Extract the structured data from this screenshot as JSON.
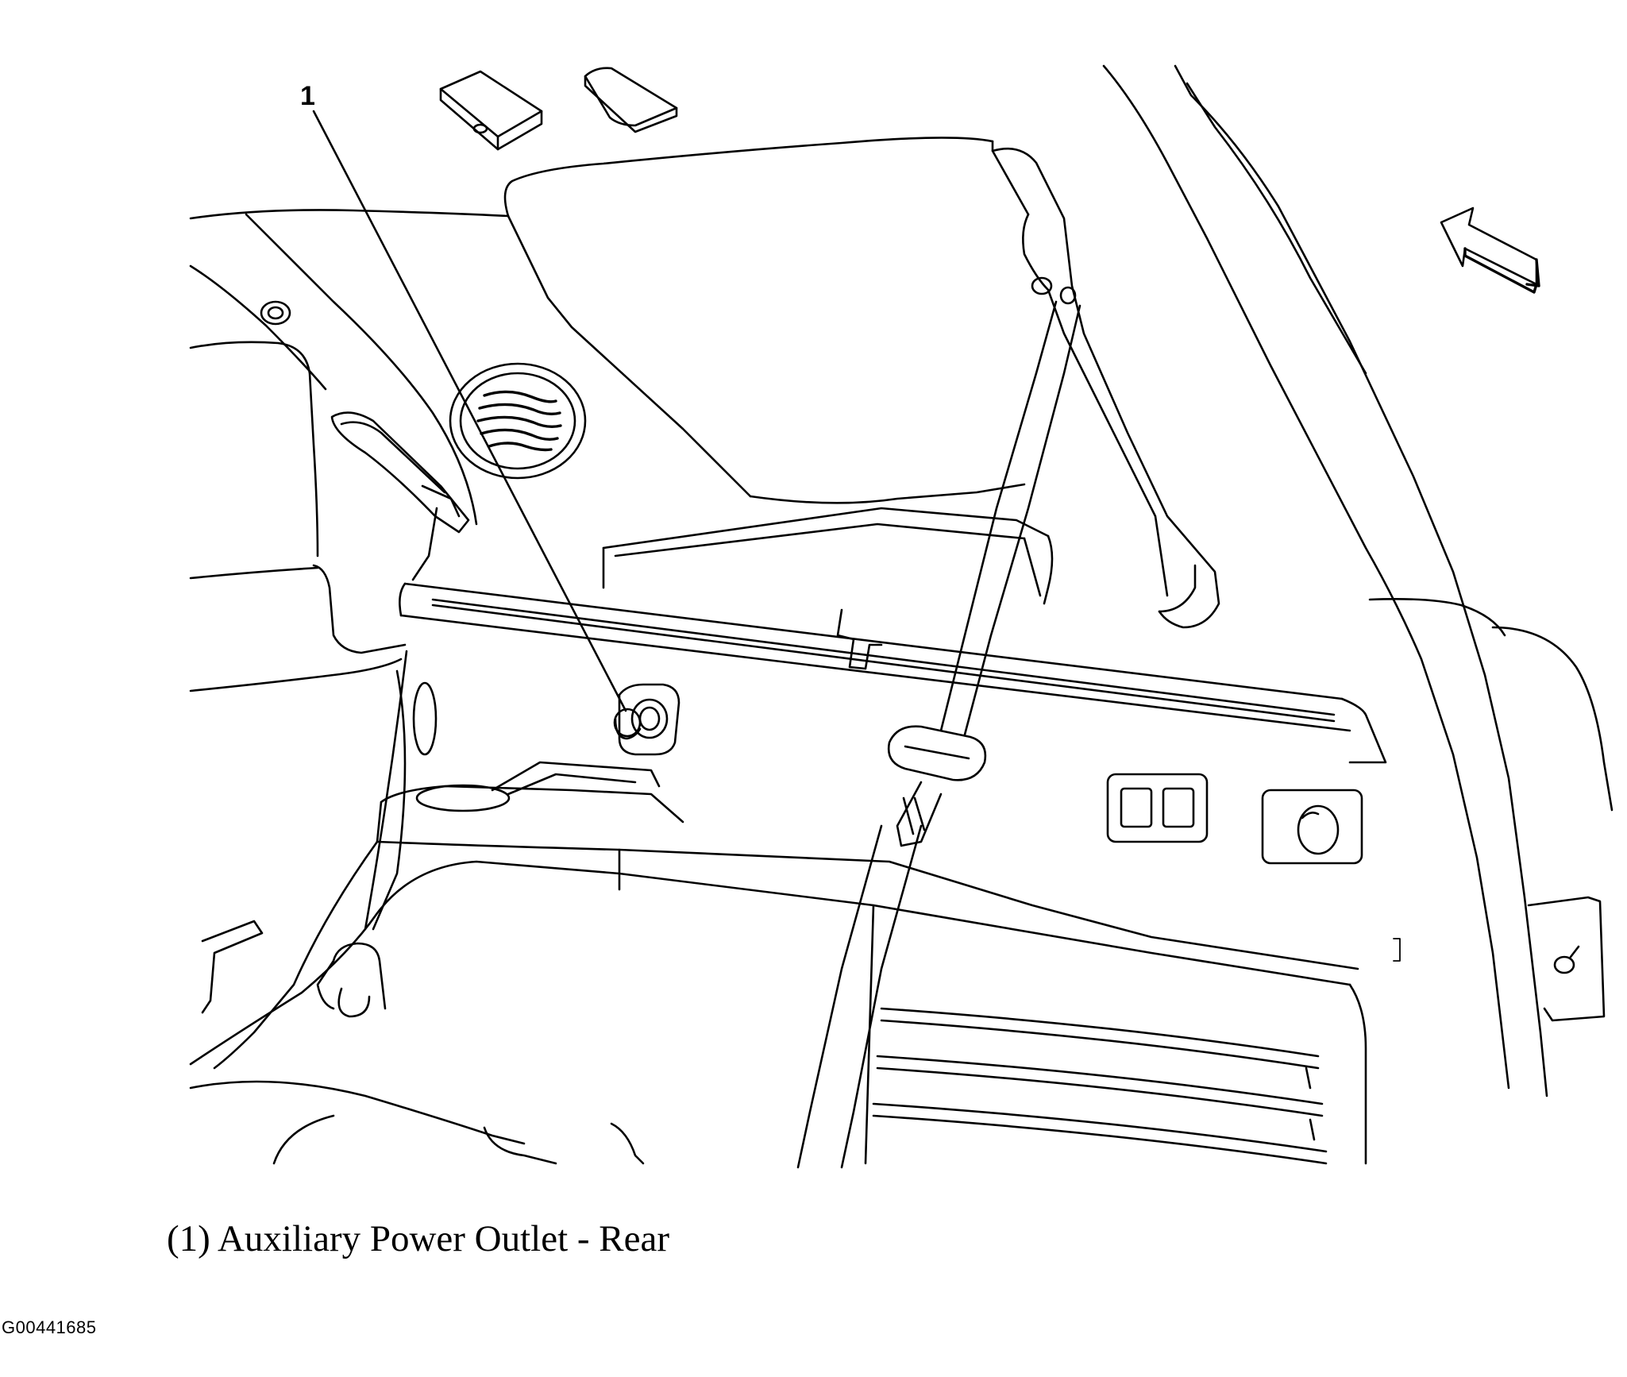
{
  "figure": {
    "callout_label": "1",
    "caption": "(1) Auxiliary Power Outlet - Rear",
    "figure_id": "G00441685"
  },
  "icons": {
    "direction_arrow": "front-direction-arrow-icon"
  }
}
